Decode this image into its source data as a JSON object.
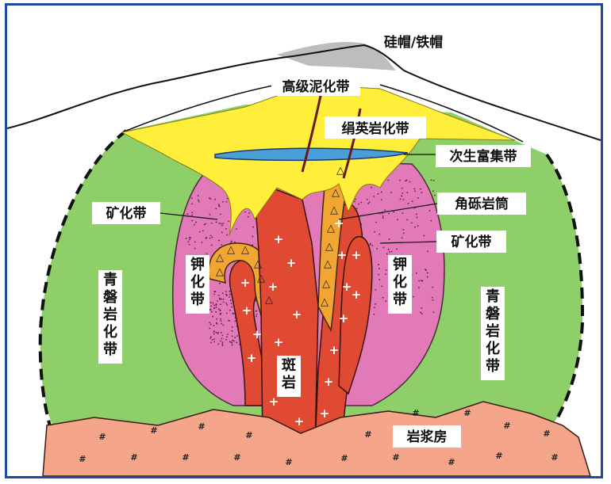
{
  "labels": {
    "gossan": "硅帽/铁帽",
    "advanced_argillic": "高级泥化带",
    "phyllic": "绢英岩化带",
    "supergene": "次生富集带",
    "mineralized_left": "矿化带",
    "breccia_pipe": "角砾岩筒",
    "mineralized_right": "矿化带",
    "potassic_left": "钾化带",
    "potassic_right": "钾化带",
    "propylitic_left": "青磐岩化带",
    "propylitic_right": "青磐岩化带",
    "porphyry": "斑岩",
    "magma_chamber": "岩浆房"
  },
  "colors": {
    "frame": "#1f4a9e",
    "propylitic": "#8fcf6a",
    "potassic": "#e27ab8",
    "porphyry": "#e04a32",
    "phyllic": "#ffef3a",
    "gossan": "#bdbdbd",
    "magma": "#f5a58a",
    "breccia": "#f2a531",
    "supergene": "#4a9fd8"
  }
}
